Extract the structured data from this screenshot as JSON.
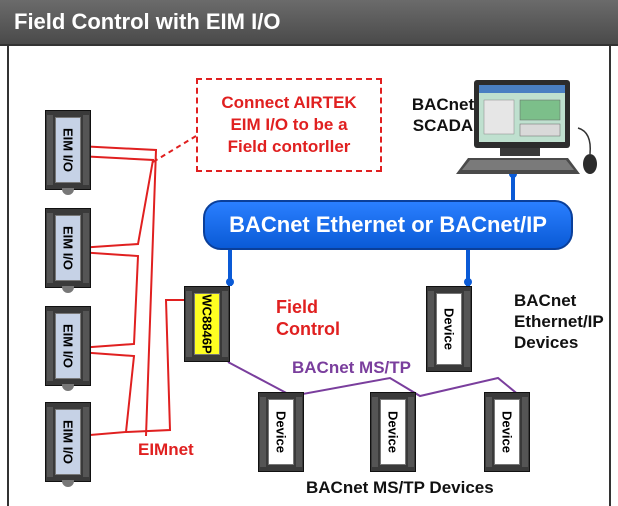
{
  "header": {
    "title": "Field Control with EIM I/O"
  },
  "eim_modules": [
    {
      "label": "EIM I/O"
    },
    {
      "label": "EIM I/O"
    },
    {
      "label": "EIM I/O"
    },
    {
      "label": "EIM I/O"
    }
  ],
  "callout": {
    "lines": [
      "Connect AIRTEK",
      "EIM I/O to be a",
      "Field contorller"
    ]
  },
  "scada": {
    "lines": [
      "BACnet",
      "SCADA"
    ]
  },
  "bus": {
    "label": "BACnet Ethernet or BACnet/IP"
  },
  "field_controller": {
    "module_label": "WC8846P",
    "lines": [
      "Field",
      "Control"
    ]
  },
  "ethernet_device": {
    "module_label": "Device",
    "lines": [
      "BACnet",
      "Ethernet/IP",
      "Devices"
    ]
  },
  "mstp": {
    "label": "BACnet MS/TP",
    "devices_label": "BACnet MS/TP Devices",
    "device_labels": [
      "Device",
      "Device",
      "Device"
    ]
  },
  "eimnet": {
    "label": "EIMnet"
  },
  "colors": {
    "red": "#e02020",
    "blue": "#0a5ad6",
    "purple": "#7a3e9d"
  }
}
